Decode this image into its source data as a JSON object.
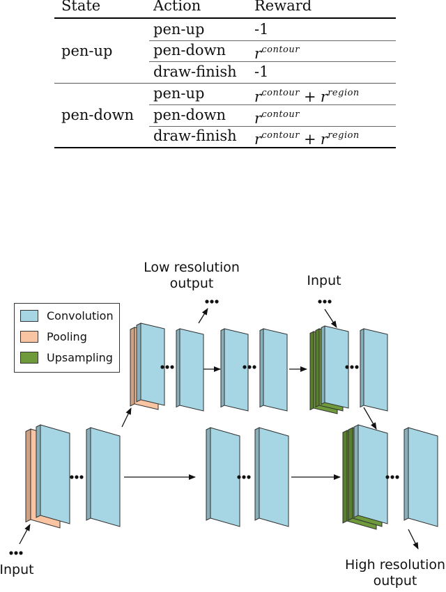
{
  "table": {
    "headers": [
      "State",
      "Action",
      "Reward"
    ],
    "groups": [
      {
        "state": "pen-up",
        "rows": [
          {
            "action": "pen-up",
            "reward": "-1"
          },
          {
            "action": "pen-down",
            "reward_r": "r",
            "reward_sup": "contour"
          },
          {
            "action": "draw-finish",
            "reward": "-1"
          }
        ]
      },
      {
        "state": "pen-down",
        "rows": [
          {
            "action": "pen-up",
            "r1": "r",
            "sup1": "contour",
            "plus": "+",
            "r2": "r",
            "sup2": "region"
          },
          {
            "action": "pen-down",
            "reward_r": "r",
            "reward_sup": "contour"
          },
          {
            "action": "draw-finish",
            "r1": "r",
            "sup1": "contour",
            "plus": "+",
            "r2": "r",
            "sup2": "region"
          }
        ]
      }
    ]
  },
  "figure": {
    "labels": {
      "low_res_output": "Low resolution\noutput",
      "top_input": "Input",
      "bottom_input": "Input",
      "high_res_output": "High resolution\noutput"
    },
    "legend": [
      {
        "name": "Convolution",
        "color": "#a6d5e3"
      },
      {
        "name": "Pooling",
        "color": "#f9c4a1"
      },
      {
        "name": "Upsampling",
        "color": "#6f9a3b"
      }
    ],
    "colors": {
      "conv": "#a6d5e3",
      "pool": "#f9c4a1",
      "up": "#6f9a3b",
      "stroke": "#2e2e2e"
    }
  }
}
